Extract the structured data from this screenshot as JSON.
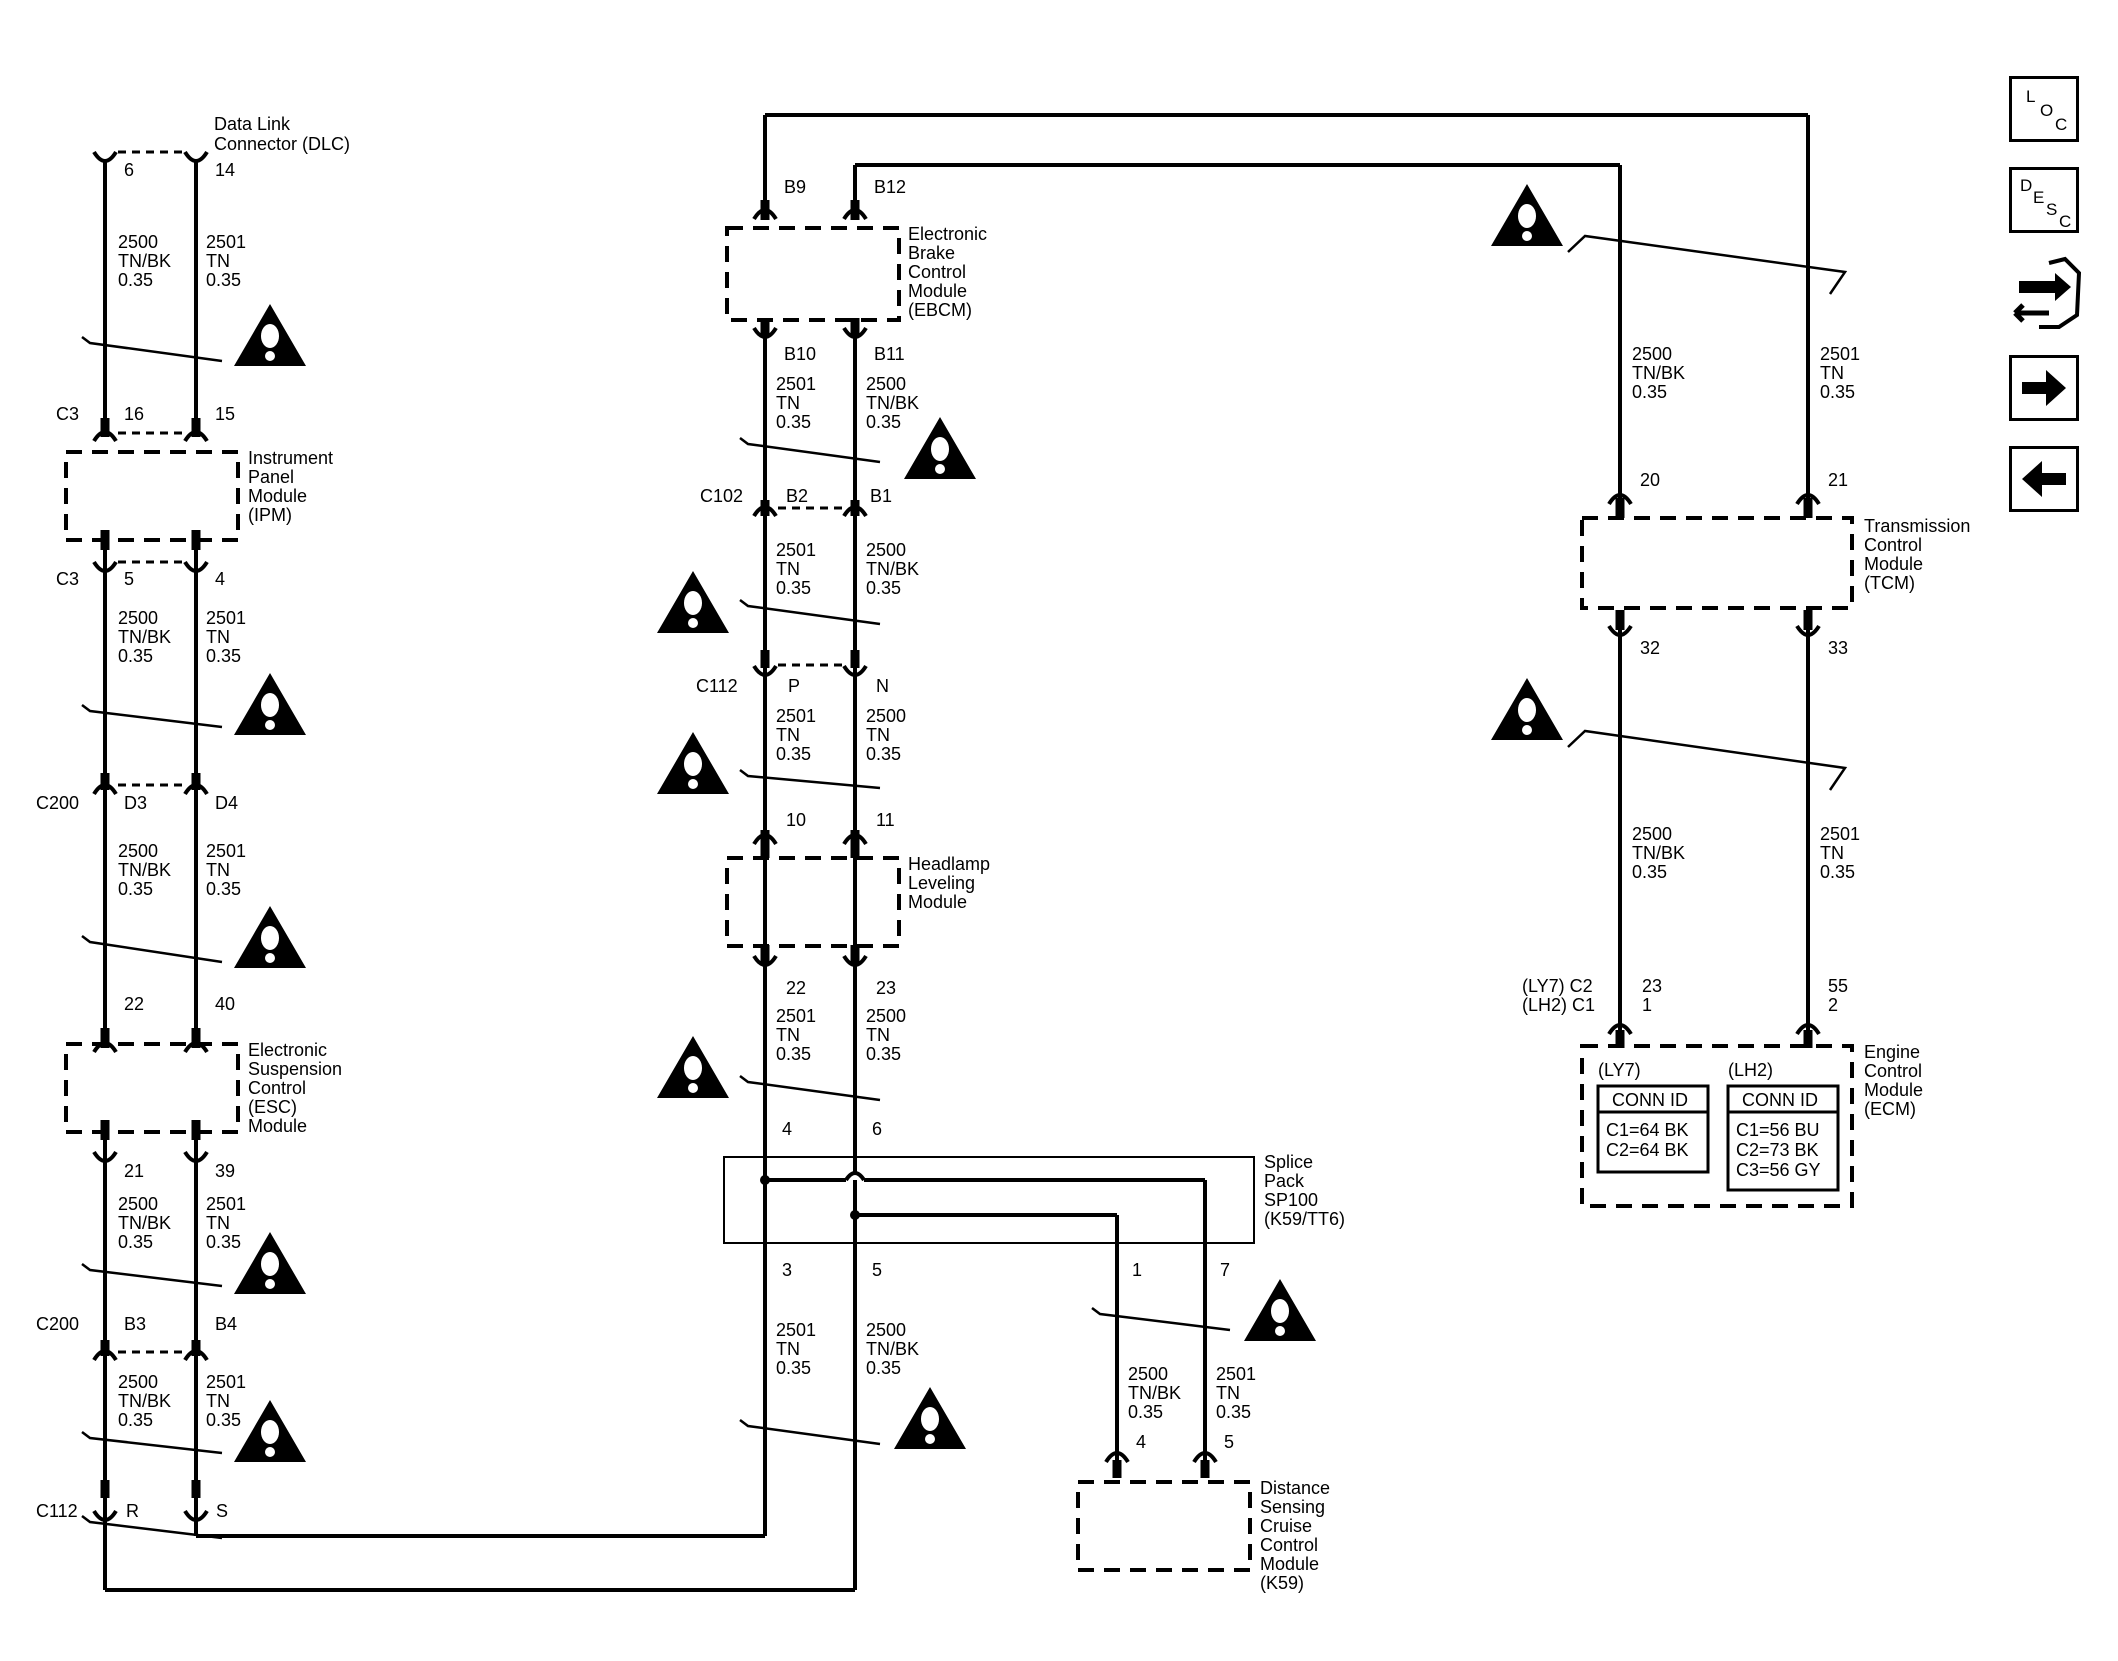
{
  "modules": {
    "dlc": [
      "Data Link",
      "Connector (DLC)"
    ],
    "ipm": [
      "Instrument",
      "Panel",
      "Module",
      "(IPM)"
    ],
    "esc": [
      "Electronic",
      "Suspension",
      "Control",
      "(ESC)",
      "Module"
    ],
    "ebcm": [
      "Electronic",
      "Brake",
      "Control",
      "Module",
      "(EBCM)"
    ],
    "hlm": [
      "Headlamp",
      "Leveling",
      "Module"
    ],
    "splice": [
      "Splice",
      "Pack",
      "SP100",
      "(K59/TT6)"
    ],
    "dscc": [
      "Distance",
      "Sensing",
      "Cruise",
      "Control",
      "Module",
      "(K59)"
    ],
    "tcm": [
      "Transmission",
      "Control",
      "Module",
      "(TCM)"
    ],
    "ecm": [
      "Engine",
      "Control",
      "Module",
      "(ECM)"
    ]
  },
  "connectors": {
    "c3": "C3",
    "c200": "C200",
    "c112": "C112",
    "c102": "C102",
    "ly7_c2": "(LY7) C2",
    "lh2_c1": "(LH2) C1"
  },
  "pins": {
    "dlc_a": "6",
    "dlc_b": "14",
    "ipm_in_a": "16",
    "ipm_in_b": "15",
    "ipm_out_a": "5",
    "ipm_out_b": "4",
    "c200_a": "D3",
    "c200_b": "D4",
    "esc_in_a": "22",
    "esc_in_b": "40",
    "esc_out_a": "21",
    "esc_out_b": "39",
    "c200b_a": "B3",
    "c200b_b": "B4",
    "c112_a": "R",
    "c112_b": "S",
    "ebcm_in_a": "B9",
    "ebcm_in_b": "B12",
    "ebcm_out_a": "B10",
    "ebcm_out_b": "B11",
    "c102_a": "B2",
    "c102_b": "B1",
    "c112m_a": "P",
    "c112m_b": "N",
    "hlm_in_a": "10",
    "hlm_in_b": "11",
    "hlm_out_a": "22",
    "hlm_out_b": "23",
    "sp_in_a": "4",
    "sp_in_b": "6",
    "sp_out_a": "3",
    "sp_out_b": "5",
    "sp_out_c": "1",
    "sp_out_d": "7",
    "dscc_a": "4",
    "dscc_b": "5",
    "tcm_in_a": "20",
    "tcm_in_b": "21",
    "tcm_out_a": "32",
    "tcm_out_b": "33",
    "ecm_a1": "23",
    "ecm_a2": "1",
    "ecm_b1": "55",
    "ecm_b2": "2"
  },
  "wires": {
    "w_tnbk": [
      "2500",
      "TN/BK",
      "0.35"
    ],
    "w_tn": [
      "2501",
      "TN",
      "0.35"
    ]
  },
  "ecm_table": {
    "ly7_title": "(LY7)",
    "lh2_title": "(LH2)",
    "header": "CONN ID",
    "ly7_rows": [
      "C1=64 BK",
      "C2=64 BK"
    ],
    "lh2_rows": [
      "C1=56 BU",
      "C2=73 BK",
      "C3=56 GY"
    ]
  },
  "nav": {
    "loc_letters": [
      "L",
      "O",
      "C"
    ],
    "desc_letters": [
      "D",
      "E",
      "S",
      "C"
    ],
    "icons": [
      "connector-end-view-icon",
      "next-page-arrow-icon",
      "previous-page-arrow-icon"
    ]
  }
}
